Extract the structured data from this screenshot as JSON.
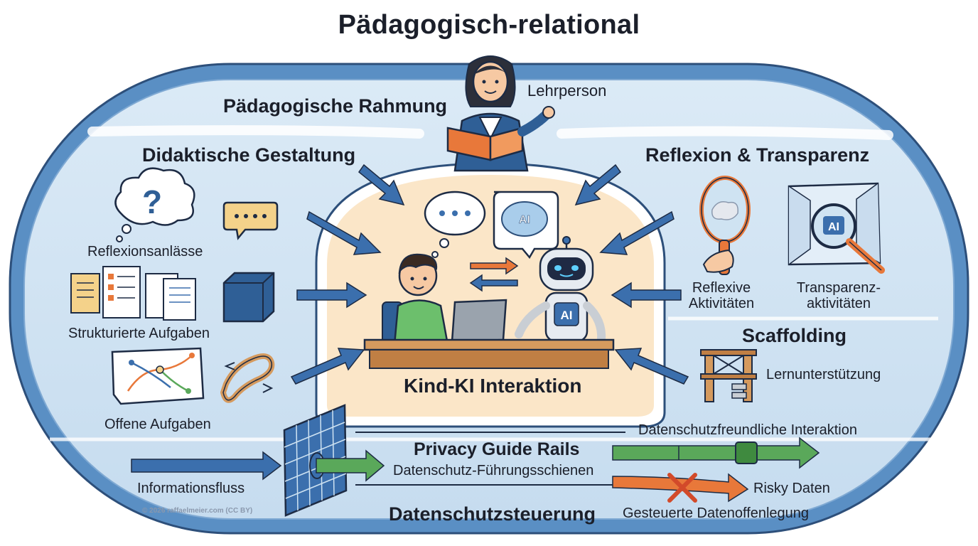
{
  "title": "Pädagogisch-relational",
  "teacher": {
    "label": "Lehrperson"
  },
  "frame": {
    "heading": "Pädagogische Rahmung"
  },
  "left": {
    "heading": "Didaktische Gestaltung",
    "items": [
      "Reflexionsanlässe",
      "Strukturierte Aufgaben",
      "Offene Aufgaben"
    ],
    "flow_label": "Informationsfluss"
  },
  "center": {
    "label": "Kind-KI Interaktion",
    "ai_badge": "AI"
  },
  "right": {
    "heading": "Reflexion & Transparenz",
    "items": [
      "Reflexive\nAktivitäten",
      "Transparenz-\naktivitäten"
    ],
    "ai_badge": "AI",
    "scaffolding_heading": "Scaffolding",
    "scaffolding_label": "Lernunterstützung"
  },
  "privacy": {
    "title": "Privacy Guide Rails",
    "subtitle": "Datenschutz-Führungsschienen",
    "friendly": "Datenschutzfreundliche Interaktion",
    "risky": "Risky Daten",
    "controlled": "Gesteuerte Datenoffenlegung",
    "governance": "Datenschutzsteuerung"
  },
  "copyright": "© 2026 raffaelmeier.com (CC BY)",
  "colors": {
    "frame": "#5a8fc4",
    "arrow": "#3b6fad",
    "center": "#fbe6c8",
    "green": "#5aa85a",
    "orange": "#e8783a"
  }
}
